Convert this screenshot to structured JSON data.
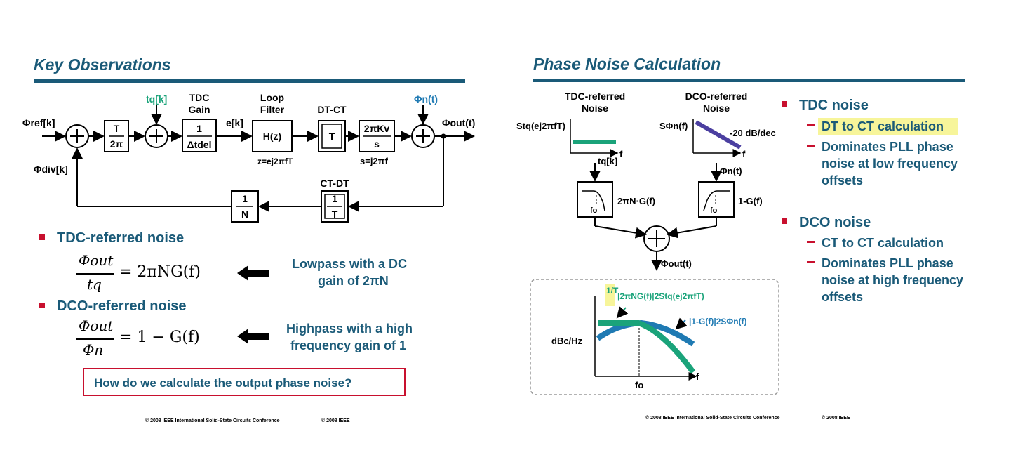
{
  "left": {
    "title": "Key Observations",
    "diagram": {
      "phi_ref": "Φref[k]",
      "phi_div": "Φdiv[k]",
      "tq": "tq[k]",
      "tdc_gain_1": "TDC",
      "tdc_gain_2": "Gain",
      "loop_filter_1": "Loop",
      "loop_filter_2": "Filter",
      "dtct_label": "DT-CT",
      "phin": "Φn(t)",
      "phiout": "Φout(t)",
      "ek": "e[k]",
      "t2pi_num": "T",
      "t2pi_den": "2π",
      "tdc_num": "1",
      "tdc_den": "Δtdel",
      "hz": "H(z)",
      "z_eq": "z=ej2πfT",
      "dtct_box": "T",
      "kv_num": "2πKv",
      "kv_den": "s",
      "s_eq": "s=j2πf",
      "ctdt_label": "CT-DT",
      "ctdt_num": "1",
      "ctdt_den": "T",
      "n_num": "1",
      "n_den": "N"
    },
    "bullet1": "TDC-referred noise",
    "eq1_lhs_num": "Φout",
    "eq1_lhs_den": "tq",
    "eq1_rhs": "= 2πNG(f)",
    "eq1_note_1": "Lowpass with a DC",
    "eq1_note_2": "gain of 2πN",
    "bullet2": "DCO-referred noise",
    "eq2_lhs_num": "Φout",
    "eq2_lhs_den": "Φn",
    "eq2_rhs": "= 1 − G(f)",
    "eq2_note_1": "Highpass with a high",
    "eq2_note_2": "frequency gain of 1",
    "question": "How do we calculate the output phase noise?",
    "footer_1": "© 2008 IEEE International Solid-State Circuits Conference",
    "footer_2": "© 2008 IEEE"
  },
  "right": {
    "title": "Phase Noise Calculation",
    "diagram": {
      "tdc_ref_1": "TDC-referred",
      "tdc_ref_2": "Noise",
      "dco_ref_1": "DCO-referred",
      "dco_ref_2": "Noise",
      "stq": "Stq(ej2πfT)",
      "sphin": "SΦn(f)",
      "slope": "-20 dB/dec",
      "f1": "f",
      "f2": "f",
      "tq": "tq[k]",
      "phin": "Φn(t)",
      "lp_gain": "2πN·G(f)",
      "hp_gain": "1-G(f)",
      "fo": "fo",
      "phiout": "Φout(t)",
      "curve1_label": "|2πNG(f)|2Stq(ej2πfT)",
      "curve1_prefix": "1/T",
      "curve2_label": "|1-G(f)|2SΦn(f)",
      "ylabel": "dBc/Hz",
      "xlabel": "f",
      "xtick": "fo"
    },
    "tdc_noise": "TDC noise",
    "tdc_sub1": "DT to CT calculation",
    "tdc_sub2_1": "Dominates PLL phase",
    "tdc_sub2_2": "noise at low frequency",
    "tdc_sub2_3": "offsets",
    "dco_noise": "DCO noise",
    "dco_sub1": "CT to CT calculation",
    "dco_sub2_1": "Dominates PLL phase",
    "dco_sub2_2": "noise at high frequency",
    "dco_sub2_3": "offsets",
    "footer_1": "© 2008 IEEE International Solid-State Circuits Conference",
    "footer_2": "© 2008 IEEE"
  },
  "colors": {
    "title": "#1a5a78",
    "bullet": "#c8102e",
    "green": "#1aa37a",
    "blue": "#1f7ab3",
    "purple": "#4b3fa0",
    "highlight": "#f7f59a"
  }
}
